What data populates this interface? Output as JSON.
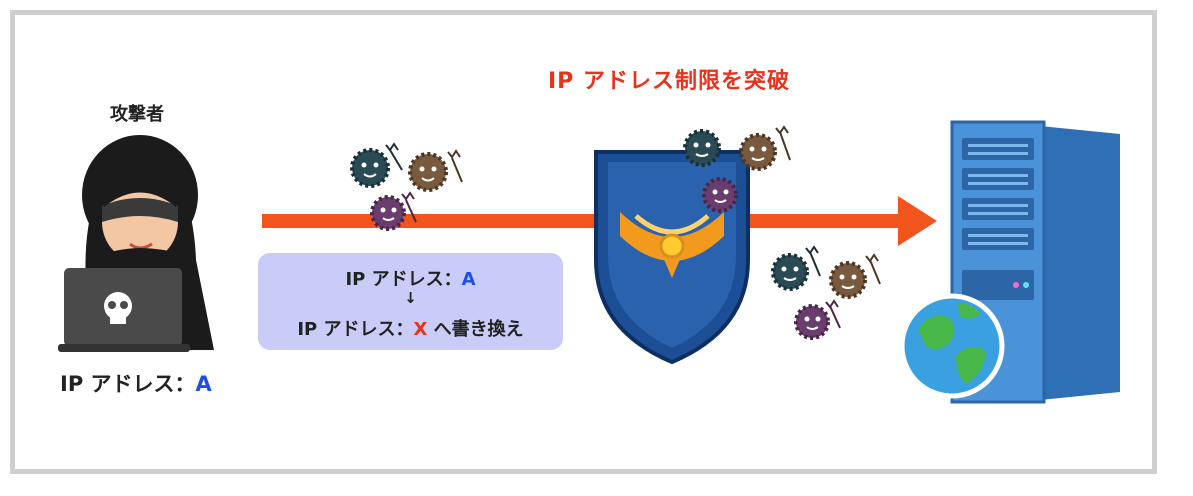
{
  "attacker": {
    "title": "攻撃者",
    "ip_label": "IP アドレス：",
    "ip_value": "A"
  },
  "headline": "IP アドレス制限を突破",
  "rewrite_box": {
    "line1_label": "IP アドレス：",
    "line1_value": "A",
    "arrow": "↓",
    "line2_label": "IP アドレス：",
    "line2_value": "X",
    "line2_suffix": " へ書き換え"
  },
  "colors": {
    "arrow": "#f2541d",
    "headline": "#e8321c",
    "value_blue": "#1e4fe0",
    "box_bg": "#c8ccf7",
    "shield": "#1d4f96",
    "server": "#3f8ad2"
  }
}
